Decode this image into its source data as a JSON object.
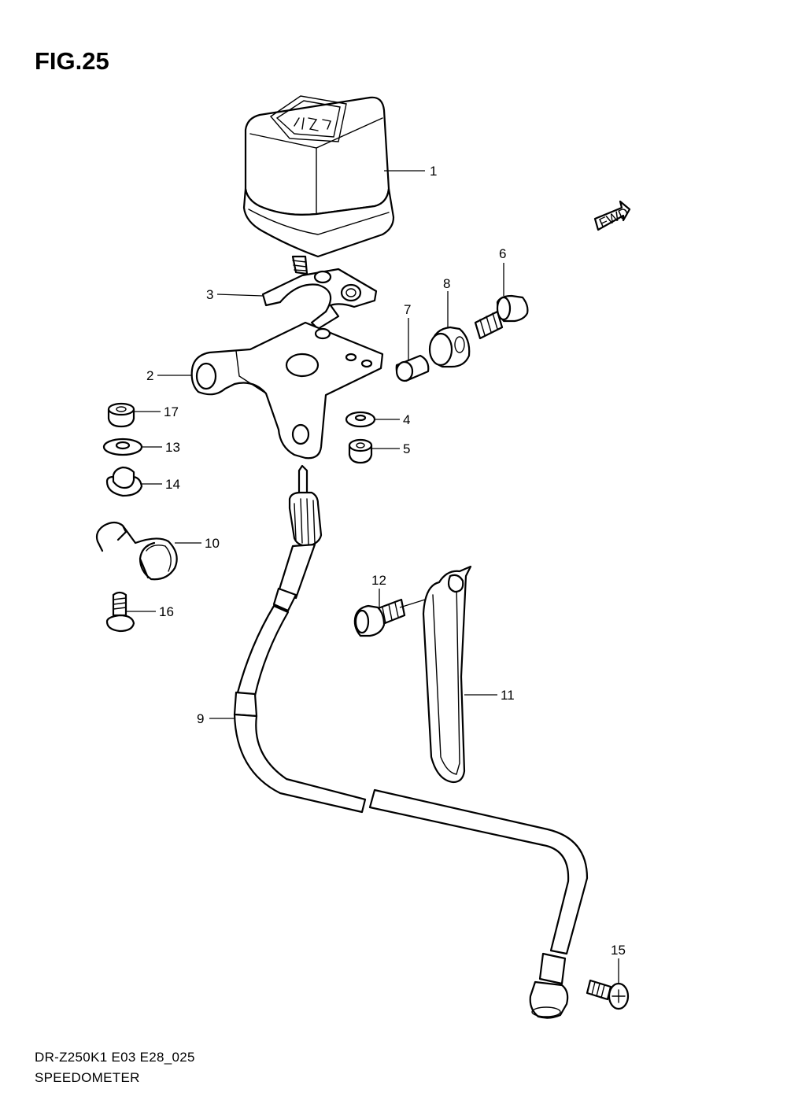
{
  "figure": {
    "title": "FIG.25",
    "model_code": "DR-Z250K1 E03 E28_025",
    "section_name": "SPEEDOMETER",
    "fwd_label": "FWD"
  },
  "callouts": [
    "1",
    "2",
    "3",
    "4",
    "5",
    "6",
    "7",
    "8",
    "9",
    "10",
    "11",
    "12",
    "13",
    "14",
    "15",
    "16",
    "17"
  ]
}
